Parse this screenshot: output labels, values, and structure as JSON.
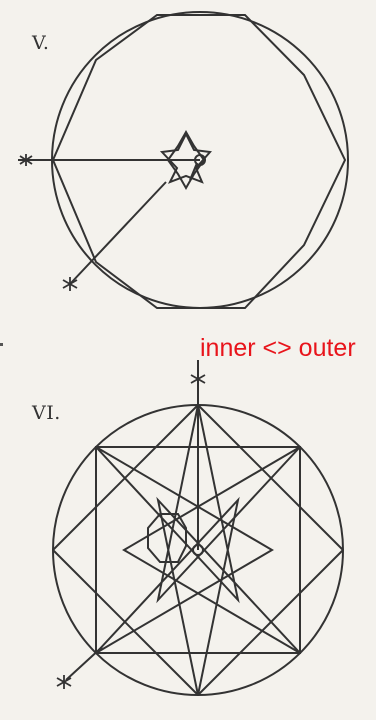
{
  "figures": [
    {
      "label": "V."
    },
    {
      "label": "VI."
    }
  ],
  "caption": "inner <> outer",
  "colors": {
    "ink": "#333333",
    "caption": "#e8141b",
    "paper": "#f4f2ed"
  }
}
